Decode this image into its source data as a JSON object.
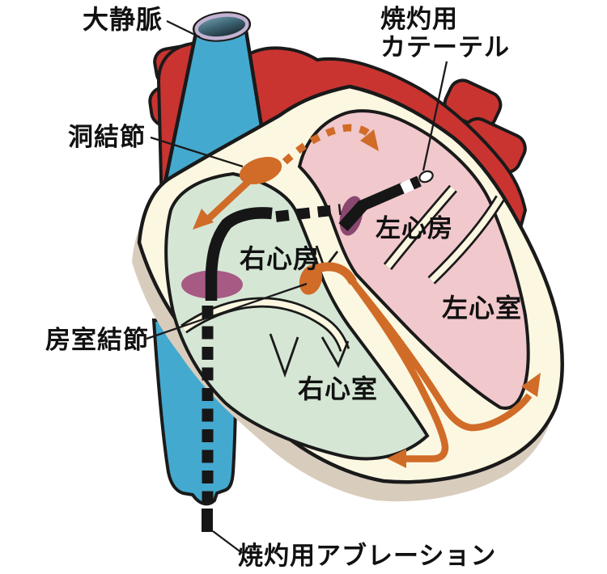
{
  "diagram": {
    "title_hint": "heart-ablation-diagram",
    "labels": {
      "vena_cava": "大静脈",
      "catheter_line1": "焼灼用",
      "catheter_line2": "カテーテル",
      "sinus_node": "洞結節",
      "right_atrium": "右心房",
      "left_atrium": "左心房",
      "av_node": "房室結節",
      "right_ventricle": "右心室",
      "left_ventricle": "左心室",
      "ablation": "焼灼用アブレーション"
    }
  },
  "colors": {
    "outline_black": "#1a1a1a",
    "heart_wall_cream": "#fbf7e1",
    "shadow_taupe": "#d8cdbd",
    "right_chambers_green": "#d5e6d5",
    "left_chambers_pink": "#f1c8cc",
    "vein_blue": "#44a9cf",
    "artery_red": "#c93430",
    "conduction_orange": "#d06c28",
    "catheter_black": "#161616",
    "septum_marker_purple": "#a75a84",
    "septum_marker_dark_purple": "#8a4870",
    "vessel_rim_lavender": "#c3b2d2",
    "tip_white": "#ffffff",
    "label_text": "#111111"
  }
}
